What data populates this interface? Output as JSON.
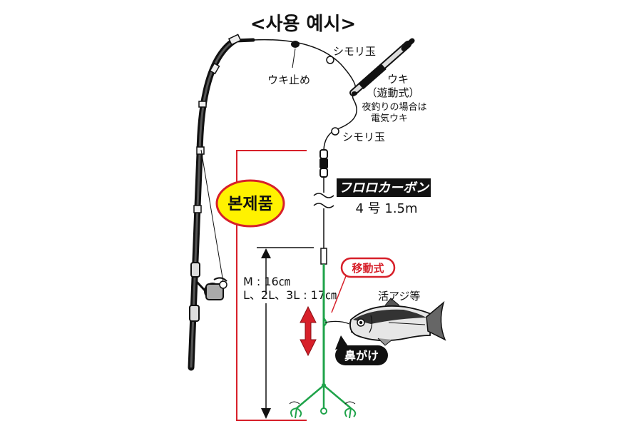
{
  "title": "<사용 예시>",
  "labels": {
    "uki_dome": "ウキ止め",
    "shimori_top": "シモリ玉",
    "uki_line1": "ウキ",
    "uki_line2": "（遊動式）",
    "uki_note_line1": "夜釣りの場合は",
    "uki_note_line2": "電気ウキ",
    "shimori_bottom": "シモリ玉",
    "line_badge": "フロロカーボン",
    "line_spec": "4 号 1.5m",
    "product_badge": "본제품",
    "size_m": "M : 16㎝",
    "size_l": "L、2L、3L : 17㎝",
    "movable_badge": "移動式",
    "bait": "活アジ等",
    "nose_hook_badge": "鼻がけ"
  },
  "colors": {
    "red_accent": "#d7202a",
    "green_leader": "#1fa34a",
    "badge_yellow": "#fff200",
    "black": "#111111"
  }
}
